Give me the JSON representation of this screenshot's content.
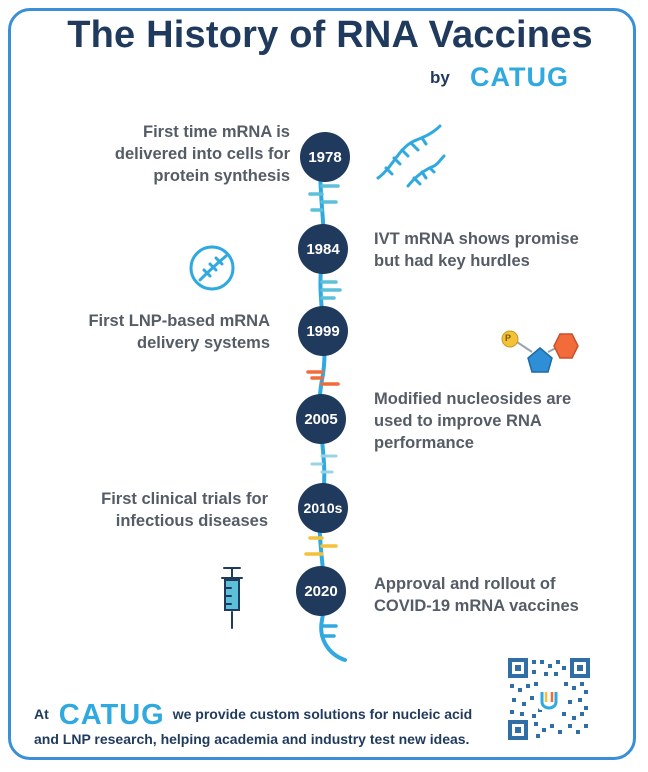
{
  "title": "The History of RNA Vaccines",
  "byline": {
    "by": "by",
    "brand": "CATUG"
  },
  "timeline": [
    {
      "year": "1978",
      "text_lines": [
        "First time mRNA is",
        "delivered into cells for",
        "protein synthesis"
      ],
      "side": "left"
    },
    {
      "year": "1984",
      "text_lines": [
        "IVT mRNA shows promise",
        "but had key hurdles"
      ],
      "side": "right"
    },
    {
      "year": "1999",
      "text_lines": [
        "First LNP-based mRNA",
        "delivery systems"
      ],
      "side": "left"
    },
    {
      "year": "2005",
      "text_lines": [
        "Modified nucleosides are",
        "used to improve RNA",
        "performance"
      ],
      "side": "right"
    },
    {
      "year": "2010s",
      "text_lines": [
        "First clinical trials for",
        "infectious diseases"
      ],
      "side": "left"
    },
    {
      "year": "2020",
      "text_lines": [
        "Approval and rollout of",
        "COVID-19 mRNA vaccines"
      ],
      "side": "right"
    }
  ],
  "phosphate_label": "P",
  "footer": {
    "at": "At",
    "brand": "CATUG",
    "line1_rest": "we provide custom solutions for nucleic acid",
    "line2": "and LNP research, helping academia and industry test new ideas."
  },
  "colors": {
    "navy": "#1f3a5c",
    "blue": "#2fa9e0",
    "frame": "#3b8fd6",
    "orange": "#f26b3a",
    "yellow": "#f4c23a",
    "teal": "#5cc0d8"
  },
  "icons": [
    "rna-strand-icon",
    "rna-circle-icon",
    "nucleotide-icon",
    "syringe-icon",
    "qr-code-icon"
  ]
}
